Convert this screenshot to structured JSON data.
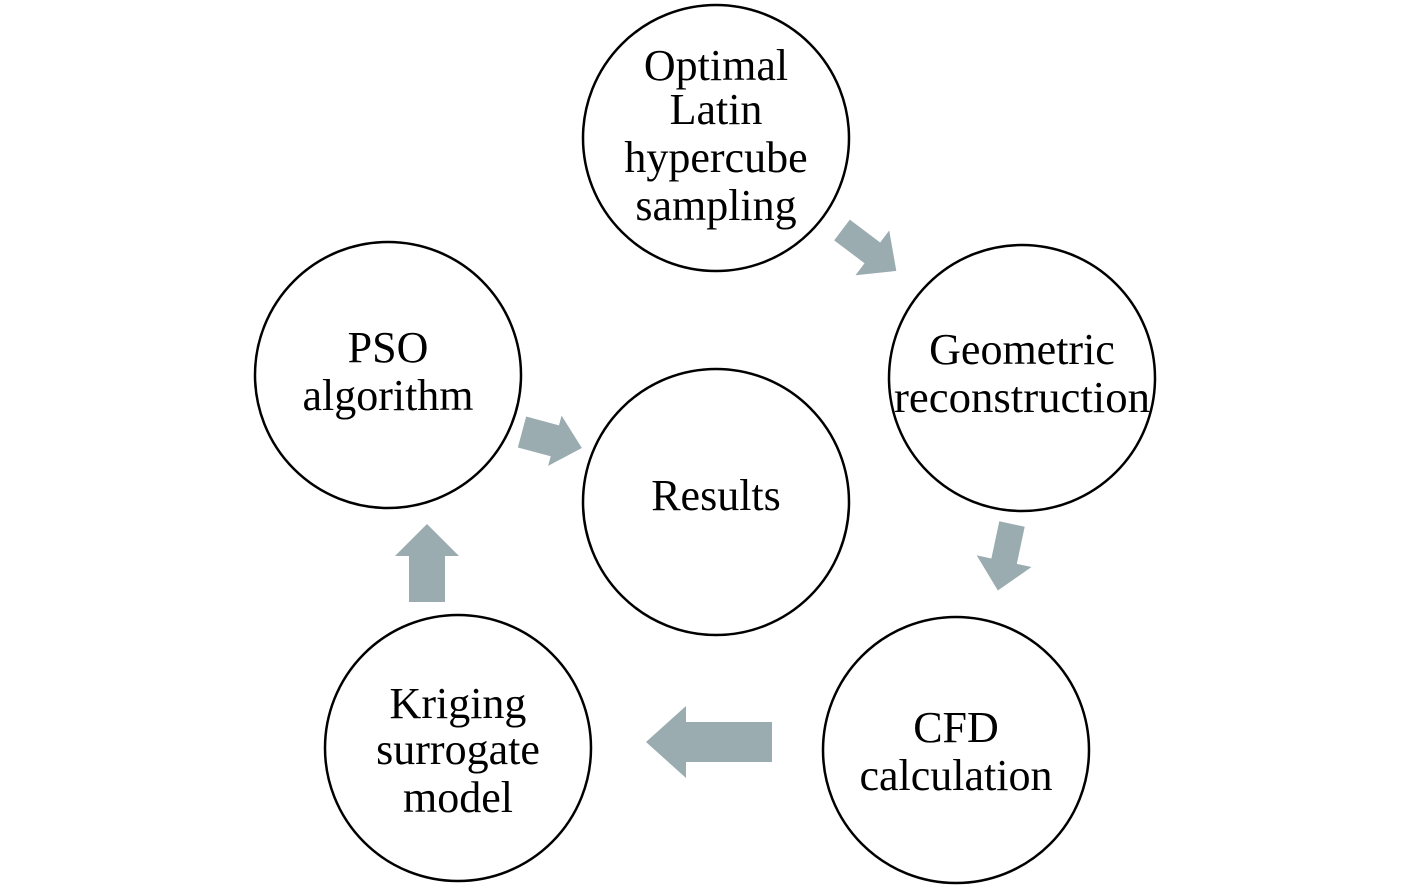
{
  "diagram": {
    "arrow_color": "#9aacb0",
    "node_border_color": "#000000",
    "nodes": {
      "sampling": {
        "lines": [
          "Optimal",
          "Latin",
          "hypercube",
          "sampling"
        ]
      },
      "geometric": {
        "lines": [
          "Geometric",
          "reconstruction"
        ]
      },
      "cfd": {
        "lines": [
          "CFD",
          "calculation"
        ]
      },
      "kriging": {
        "lines": [
          "Kriging",
          "surrogate",
          "model"
        ]
      },
      "pso": {
        "lines": [
          "PSO",
          "algorithm"
        ]
      },
      "results": {
        "lines": [
          "Results"
        ]
      }
    },
    "edges": [
      {
        "from": "sampling",
        "to": "geometric"
      },
      {
        "from": "geometric",
        "to": "cfd"
      },
      {
        "from": "cfd",
        "to": "kriging"
      },
      {
        "from": "kriging",
        "to": "pso"
      },
      {
        "from": "pso",
        "to": "results"
      }
    ]
  }
}
